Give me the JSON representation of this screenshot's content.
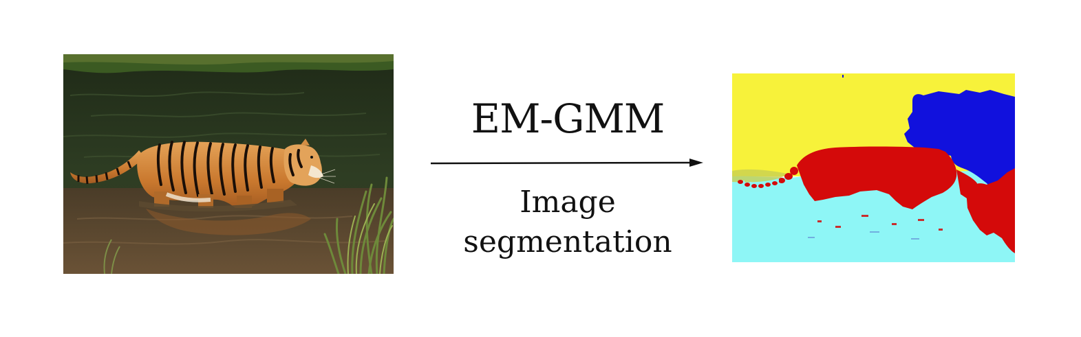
{
  "diagram": {
    "method_label": "EM-GMM",
    "task_label_line1": "Image",
    "task_label_line2": "segmentation",
    "input_image": "tiger-wading-in-water-photo",
    "output_image": "segmentation-map",
    "segment_colors": {
      "sky_region": "#f7f23a",
      "background_region": "#1111dd",
      "tiger_region": "#d40a0a",
      "water_region": "#8ef6f6"
    }
  }
}
